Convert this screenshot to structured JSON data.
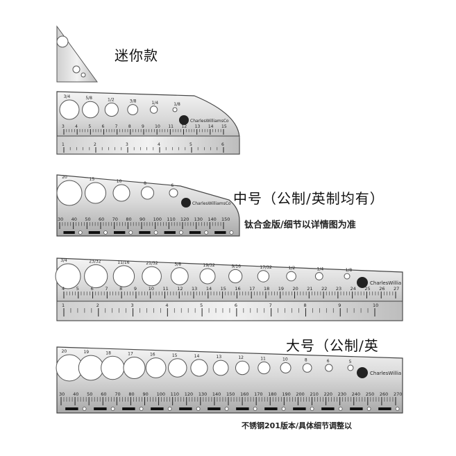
{
  "labels": {
    "mini": "迷你款",
    "medium": "中号（公制/英制均有）",
    "medium_note": "钛合金版/细节以详情图为准",
    "large": "大号（公制/英",
    "large_note": "不锈钢201版本/具体细节调整以"
  },
  "brand": "CharlesWilliamsCo",
  "brand_short": "CharlesWillia",
  "rulers": {
    "mini": {
      "circle_labels": [
        "3/4",
        "5/8",
        "1/2",
        "3/8",
        "1/4",
        "1/8"
      ],
      "inch_ticks": [
        "3",
        "4",
        "5",
        "6",
        "7",
        "8",
        "9",
        "10",
        "11",
        "12",
        "13",
        "14",
        "15"
      ],
      "cm_ticks": [
        "1",
        "2",
        "3",
        "4",
        "5",
        "6"
      ]
    },
    "medium": {
      "circle_labels": [
        "20",
        "15",
        "10",
        "8",
        "6"
      ],
      "mm_ticks": [
        "30",
        "40",
        "50",
        "60",
        "70",
        "80",
        "90",
        "100",
        "110",
        "120",
        "130",
        "140",
        "150"
      ]
    },
    "large_imperial": {
      "circle_labels": [
        "3/4",
        "23/32",
        "11/16",
        "21/32",
        "5/8",
        "19/32",
        "9/16",
        "17/32",
        "1/2",
        "1/4",
        "1/8"
      ],
      "ticks": [
        "4",
        "5",
        "6",
        "7",
        "8",
        "9",
        "10",
        "11",
        "12",
        "13",
        "14",
        "15",
        "16",
        "17",
        "18",
        "19",
        "20",
        "21",
        "22",
        "23",
        "24",
        "25",
        "26",
        "27"
      ],
      "lower_ticks": [
        "1",
        "2",
        "3",
        "4",
        "5",
        "6",
        "7",
        "8",
        "9",
        "10"
      ]
    },
    "large_metric": {
      "circle_labels": [
        "20",
        "19",
        "18",
        "17",
        "16",
        "15",
        "14",
        "13",
        "12",
        "11",
        "10",
        "8",
        "6",
        "5"
      ],
      "mm_ticks": [
        "30",
        "40",
        "50",
        "60",
        "70",
        "80",
        "90",
        "100",
        "110",
        "120",
        "130",
        "140",
        "150",
        "160",
        "170",
        "180",
        "190",
        "200",
        "210",
        "220",
        "230",
        "240",
        "250",
        "260",
        "270"
      ]
    }
  },
  "colors": {
    "metal_light": "#e6e6e6",
    "metal_dark": "#9a9a9a",
    "ink": "#1a1a1a",
    "strip": "#111111"
  }
}
